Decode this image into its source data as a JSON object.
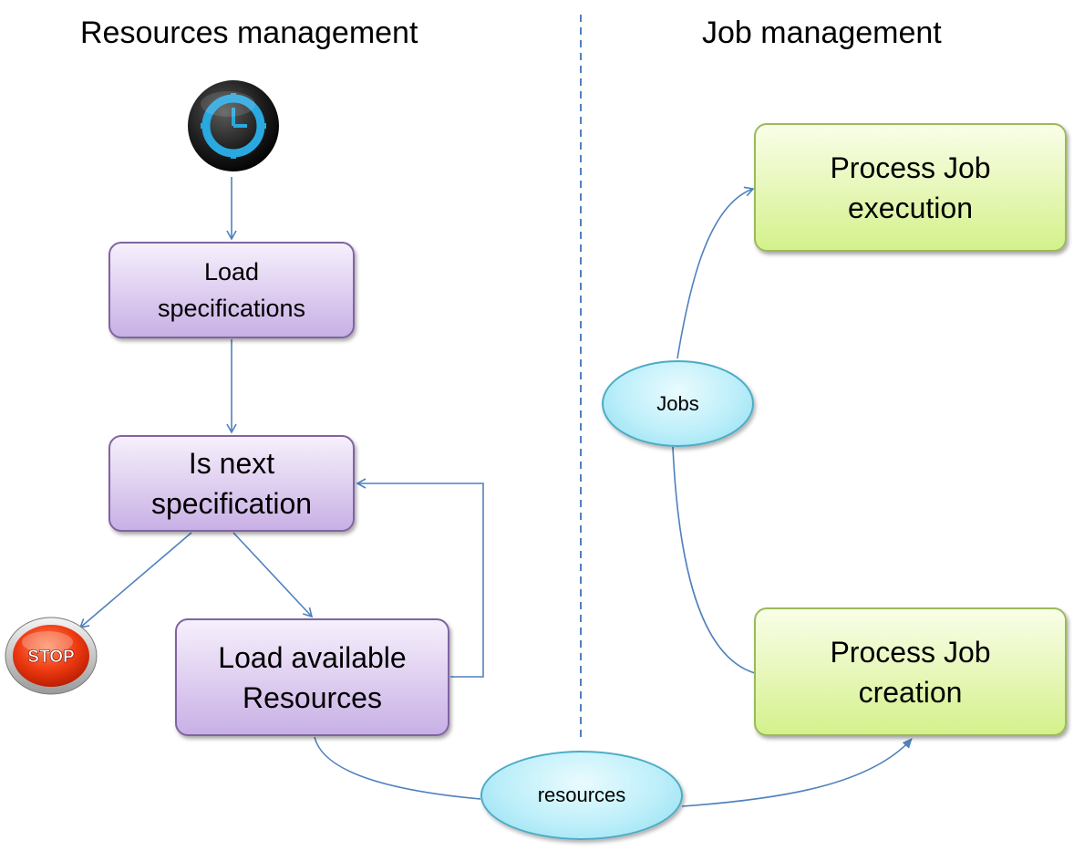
{
  "colors": {
    "connector": "#4f81bd",
    "divider": "#4f81bd",
    "purple_border": "#8064a2",
    "green_border": "#9bbb59",
    "ellipse_border": "#4bacc6"
  },
  "headings": {
    "left": "Resources management",
    "right": "Job management"
  },
  "icons": {
    "start": "clock-icon",
    "stop": "stop-sign-icon",
    "stop_label": "STOP"
  },
  "boxes": {
    "load_specs": "Load\nspecifications",
    "next_spec": "Is next\nspecification",
    "load_resources": "Load available\nResources",
    "job_execution": "Process Job\nexecution",
    "job_creation": "Process Job\ncreation"
  },
  "data_objects": {
    "jobs": "Jobs",
    "resources": "resources"
  }
}
